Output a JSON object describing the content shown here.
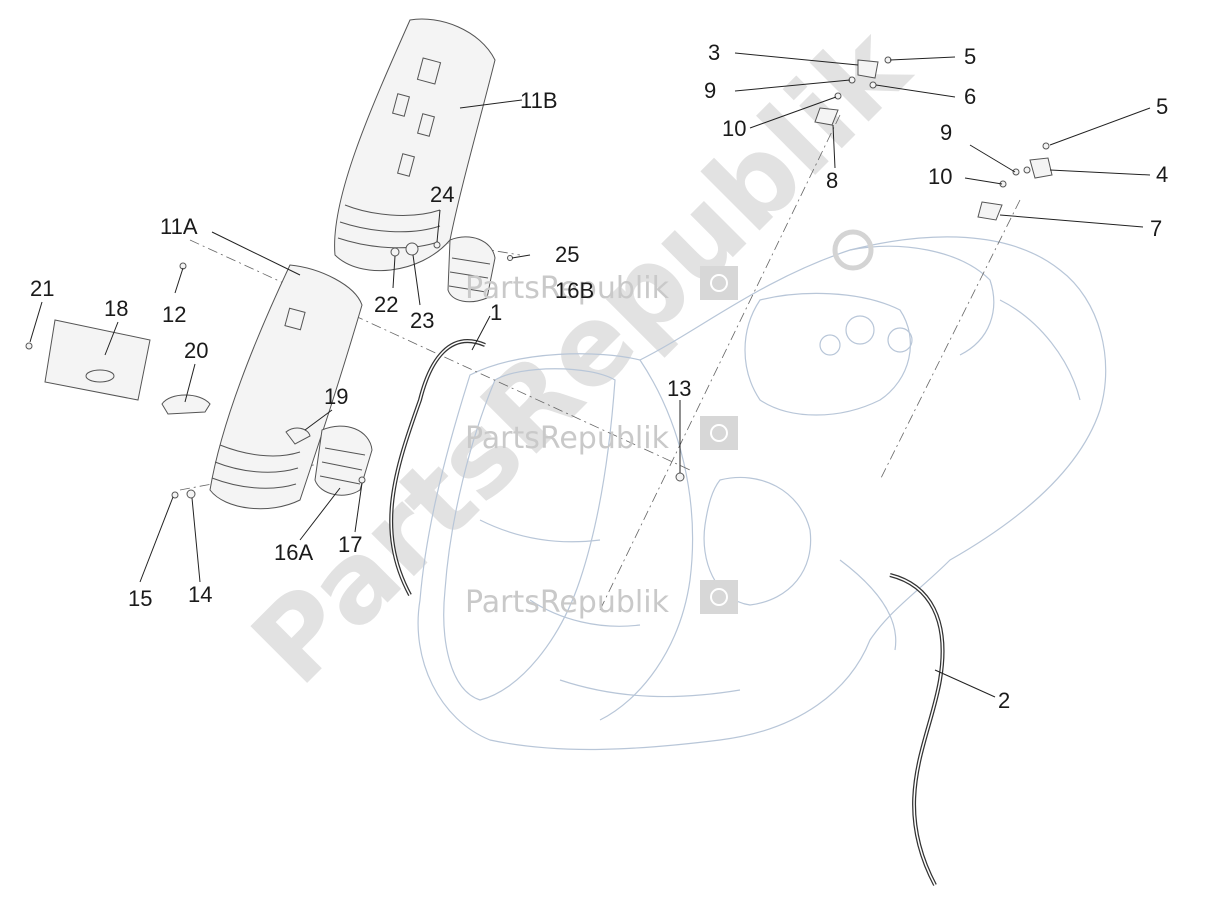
{
  "watermark": {
    "text": "PartsRepublik",
    "big_text": "PartsRepublik"
  },
  "labels": {
    "l1": "1",
    "l2": "2",
    "l3": "3",
    "l4": "4",
    "l5a": "5",
    "l5b": "5",
    "l6": "6",
    "l7": "7",
    "l8": "8",
    "l9a": "9",
    "l9b": "9",
    "l10a": "10",
    "l10b": "10",
    "l11a": "11A",
    "l11b": "11B",
    "l12": "12",
    "l13": "13",
    "l14": "14",
    "l15": "15",
    "l16a": "16A",
    "l16b": "16B",
    "l17": "17",
    "l18": "18",
    "l19": "19",
    "l20": "20",
    "l21": "21",
    "l22": "22",
    "l23": "23",
    "l24": "24",
    "l25": "25"
  },
  "colors": {
    "body_outline": "#b8c6d8",
    "watermark": "#c9c9c9",
    "label": "#1a1a1a"
  }
}
